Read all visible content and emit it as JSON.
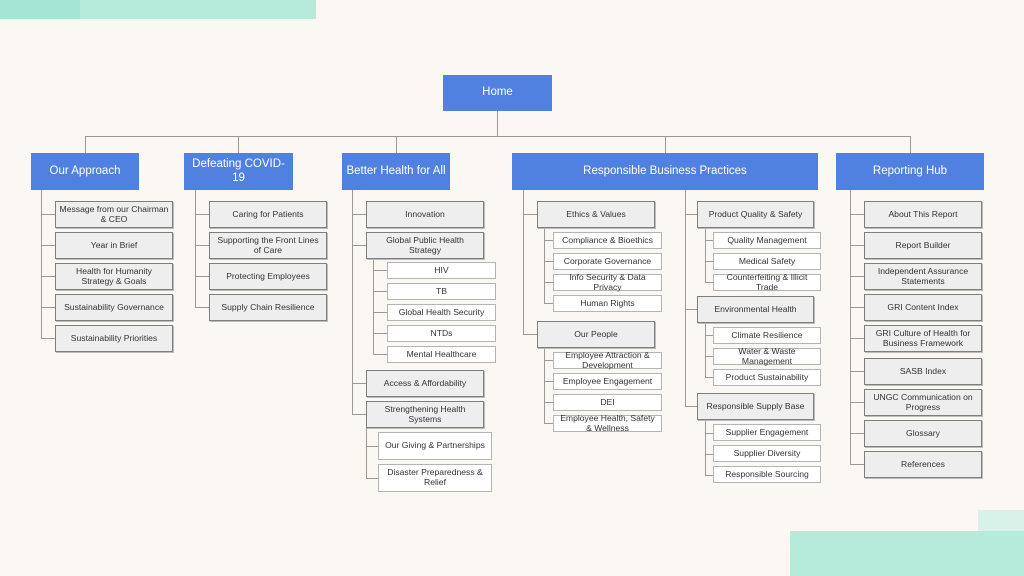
{
  "colors": {
    "header": "#5181e0",
    "background": "#fbf8f3",
    "accent_teal": "#b5eadb",
    "line": "#9a9a9a"
  },
  "root": {
    "label": "Home"
  },
  "sections": {
    "our_approach": {
      "label": "Our Approach",
      "items": [
        "Message from our Chairman & CEO",
        "Year in Brief",
        "Health for Humanity Strategy & Goals",
        "Sustainability Governance",
        "Sustainability Priorities"
      ]
    },
    "covid": {
      "label": "Defeating COVID-19",
      "items": [
        "Caring for Patients",
        "Supporting the Front Lines of Care",
        "Protecting Employees",
        "Supply Chain Resilience"
      ]
    },
    "better_health": {
      "label": "Better Health for All",
      "innovation": "Innovation",
      "global_public_health": {
        "label": "Global Public Health Strategy",
        "children": [
          "HIV",
          "TB",
          "Global Health Security",
          "NTDs",
          "Mental Healthcare"
        ]
      },
      "access": "Access & Affordability",
      "strengthening": {
        "label": "Strengthening Health Systems",
        "children": [
          "Our Giving & Partnerships",
          "Disaster Preparedness & Relief"
        ]
      }
    },
    "responsible": {
      "label": "Responsible Business Practices",
      "ethics": {
        "label": "Ethics & Values",
        "children": [
          "Compliance & Bioethics",
          "Corporate Governance",
          "Info Security & Data Privacy",
          "Human Rights"
        ]
      },
      "people": {
        "label": "Our People",
        "children": [
          "Employee Attraction & Development",
          "Employee Engagement",
          "DEI",
          "Employee Health, Safety & Wellness"
        ]
      },
      "product_quality": {
        "label": "Product Quality & Safety",
        "children": [
          "Quality Management",
          "Medical Safety",
          "Counterfeiting & Illicit Trade"
        ]
      },
      "environmental": {
        "label": "Environmental Health",
        "children": [
          "Climate Resilience",
          "Water & Waste Management",
          "Product Sustainability"
        ]
      },
      "supply": {
        "label": "Responsible Supply Base",
        "children": [
          "Supplier Engagement",
          "Supplier Diversity",
          "Responsible Sourcing"
        ]
      }
    },
    "reporting": {
      "label": "Reporting Hub",
      "items": [
        "About This Report",
        "Report Builder",
        "Independent Assurance Statements",
        "GRI Content Index",
        "GRI Culture of Health for Business Framework",
        "SASB Index",
        "UNGC Communication on Progress",
        "Glossary",
        "References"
      ]
    }
  }
}
